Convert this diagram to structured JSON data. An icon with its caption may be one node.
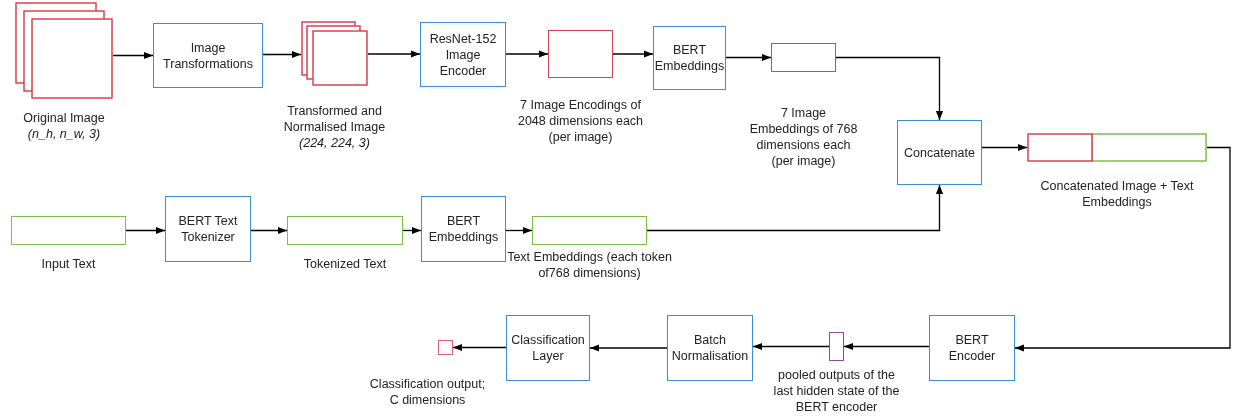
{
  "diagram": {
    "nodes": [
      {
        "text": [],
        "shape": "box",
        "beside": [
          "Original Image",
          "(n_h, n_w, 3)"
        ]
      },
      {
        "text": [
          "Image Transformations"
        ]
      },
      {
        "text": [],
        "shape": "box",
        "beside": [
          "Transformed and Normalised Image",
          "(224, 224, 3)"
        ]
      },
      {
        "text": [
          "ResNet-152 Image Encoder"
        ]
      },
      {
        "text": [],
        "shape": "box",
        "beside": [
          "7 Image Encodings of 2048 dimensions each",
          "(per image)"
        ]
      },
      {
        "text": [
          "BERT Embeddings"
        ]
      },
      {
        "text": [],
        "shape": "box",
        "beside": [
          "7 Image Embeddings of 768 dimensions each",
          "(per image)"
        ]
      },
      {
        "text": [
          "Concatenate"
        ]
      },
      {
        "text": [],
        "shape": "bar",
        "beside": [
          "Concatenated Image + Text Embeddings"
        ]
      },
      {
        "text": [],
        "shape": "box",
        "beside": [
          "Input Text"
        ]
      },
      {
        "text": [
          "BERT Text Tokenizer"
        ]
      },
      {
        "text": [],
        "shape": "box",
        "beside": [
          "Tokenized Text"
        ]
      },
      {
        "text": [
          "BERT Embeddings"
        ]
      },
      {
        "text": [],
        "shape": "box",
        "beside": [
          "Text Embeddings (each token of768 dimensions)"
        ]
      },
      {
        "text": [
          "BERT Encoder"
        ]
      },
      {
        "text": [],
        "shape": "box",
        "beside": [
          "pooled outputs of the last hidden state of the BERT encoder"
        ]
      },
      {
        "text": [
          "Batch Normalisation"
        ]
      },
      {
        "text": [
          "Classification Layer"
        ]
      },
      {
        "text": [],
        "shape": "box",
        "beside": [
          "Classification output; C dimensions"
        ]
      }
    ],
    "edges": [
      {
        "from": 0,
        "to": 1,
        "arrow": "to"
      },
      {
        "from": 1,
        "to": 2,
        "arrow": "to"
      },
      {
        "from": 2,
        "to": 3,
        "arrow": "to"
      },
      {
        "from": 3,
        "to": 4,
        "arrow": "to"
      },
      {
        "from": 4,
        "to": 5,
        "arrow": "to"
      },
      {
        "from": 5,
        "to": 6,
        "arrow": "to"
      },
      {
        "from": 6,
        "to": 7,
        "arrow": "to"
      },
      {
        "from": 7,
        "to": 8,
        "arrow": "to"
      },
      {
        "from": 8,
        "to": 14,
        "arrow": "to"
      },
      {
        "from": 9,
        "to": 10,
        "arrow": "to"
      },
      {
        "from": 10,
        "to": 11,
        "arrow": "to"
      },
      {
        "from": 11,
        "to": 12,
        "arrow": "to"
      },
      {
        "from": 12,
        "to": 13,
        "arrow": "to"
      },
      {
        "from": 13,
        "to": 7,
        "arrow": "to"
      },
      {
        "from": 14,
        "to": 15,
        "arrow": "to"
      },
      {
        "from": 15,
        "to": 16,
        "arrow": "to"
      },
      {
        "from": 16,
        "to": 17,
        "arrow": "to"
      },
      {
        "from": 17,
        "to": 18,
        "arrow": "to"
      }
    ]
  }
}
